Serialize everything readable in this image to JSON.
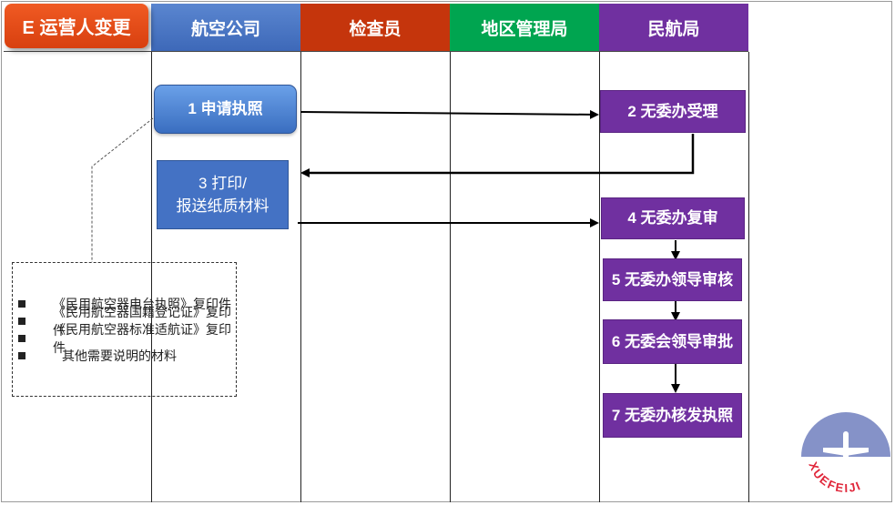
{
  "title": "E 运营人变更",
  "lanes": [
    "航空公司",
    "检查员",
    "地区管理局",
    "民航局"
  ],
  "colors": {
    "lane_airline": "#4472c4",
    "lane_inspector": "#c5350c",
    "lane_regional": "#00a550",
    "lane_caac": "#7030a0",
    "title_accent": "#e84e1b"
  },
  "steps": {
    "s1": "1 申请执照",
    "s2": "2 无委办受理",
    "s3_line1": "3 打印/",
    "s3_line2": "报送纸质材料",
    "s4": "4 无委办复审",
    "s5": "5 无委办领导审核",
    "s6": "6 无委会领导审批",
    "s7": "7 无委办核发执照"
  },
  "materials": [
    "《民用航空器电台执照》复印件",
    "《民用航空器国籍登记证》复印件",
    "《民用航空器标准适航证》复印件",
    "其他需要说明的材料"
  ],
  "logo_text": "XUEFEIJI",
  "logo_icon": "airplane-icon"
}
